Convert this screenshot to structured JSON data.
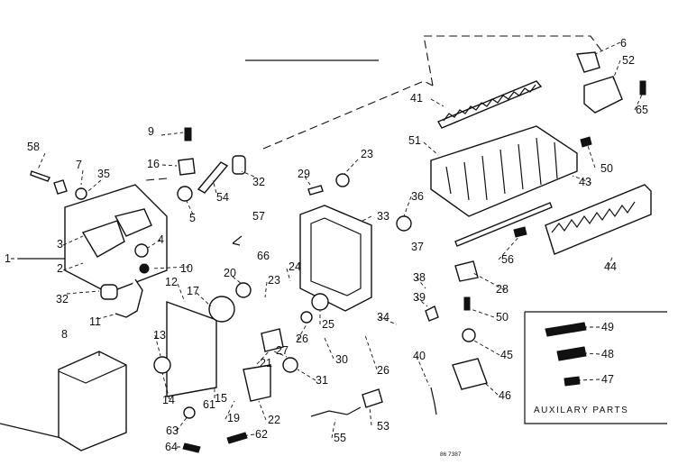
{
  "callouts": [
    "1",
    "2",
    "3",
    "4",
    "5",
    "6",
    "7",
    "8",
    "9",
    "10",
    "11",
    "12",
    "13",
    "14",
    "15",
    "16",
    "17",
    "19",
    "20",
    "21",
    "22",
    "23",
    "23",
    "24",
    "25",
    "26",
    "26",
    "27",
    "28",
    "29",
    "30",
    "31",
    "32",
    "32",
    "33",
    "34",
    "35",
    "36",
    "37",
    "38",
    "39",
    "40",
    "41",
    "43",
    "44",
    "45",
    "46",
    "47",
    "48",
    "49",
    "50",
    "50",
    "51",
    "52",
    "53",
    "54",
    "55",
    "56",
    "57",
    "58",
    "61",
    "62",
    "63",
    "64",
    "65",
    "66"
  ],
  "auxiliary_parts_label": "AUXILARY PARTS",
  "diagram_code": "86 7387"
}
